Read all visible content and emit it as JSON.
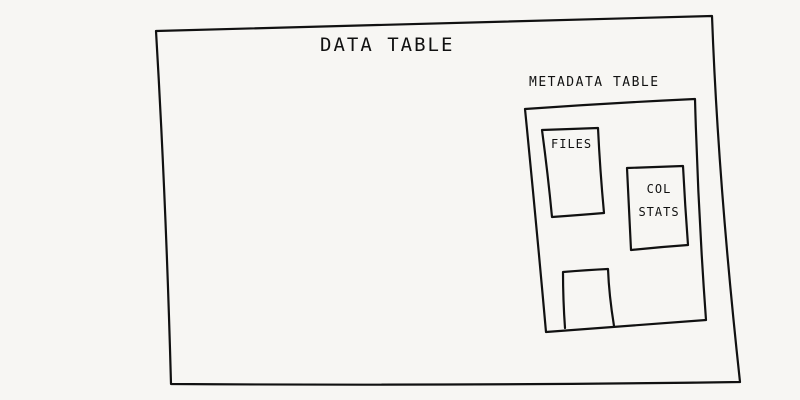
{
  "diagram": {
    "outer_box_label": "DATA TABLE",
    "inner_box_label": "METADATA TABLE",
    "files_box_label": "FILES",
    "col_stats_box_label": "COL STATS",
    "stroke_color": "#111111",
    "background_color": "#f7f6f3"
  }
}
